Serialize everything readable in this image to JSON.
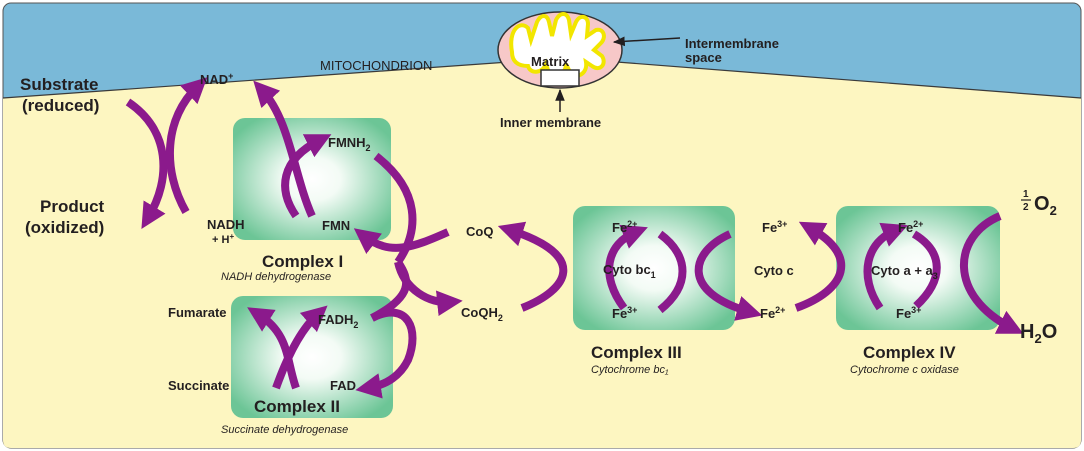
{
  "colors": {
    "sky": "#7ab9d8",
    "floor": "#fdf6c1",
    "purple": "#8b1a8c",
    "complex_edge": "#5fbf8f",
    "matrix_yellow": "#f2e600",
    "outline": "#333333"
  },
  "top": {
    "mitochondrion": "MITOCHONDRION",
    "matrix": "Matrix",
    "intermembrane_1": "Intermembrane",
    "intermembrane_2": "space",
    "inner_membrane": "Inner membrane"
  },
  "left": {
    "substrate": "Substrate",
    "reduced": "(reduced)",
    "product": "Product",
    "oxidized": "(oxidized)",
    "nad": "NAD",
    "nad_sup": "+",
    "nadh": "NADH",
    "h_plus": "+ H",
    "h_sup": "+"
  },
  "complex1": {
    "fmnh": "FMNH",
    "fmnh_sub": "2",
    "fmn": "FMN",
    "title": "Complex I",
    "subtitle": "NADH dehydrogenase"
  },
  "complex2": {
    "fumarate": "Fumarate",
    "succinate": "Succinate",
    "fadh": "FADH",
    "fadh_sub": "2",
    "fad": "FAD",
    "title": "Complex II",
    "subtitle": "Succinate dehydrogenase"
  },
  "coq": {
    "coq": "CoQ",
    "coqh": "CoQH",
    "coqh_sub": "2"
  },
  "complex3": {
    "fe2": "Fe",
    "fe2_sup": "2+",
    "fe3": "Fe",
    "fe3_sup": "3+",
    "center": "Cyto bc",
    "center_sub": "1",
    "title": "Complex III",
    "subtitle": "Cytochrome bc₁"
  },
  "cytoc": {
    "fe3": "Fe",
    "fe3_sup": "3+",
    "center": "Cyto c",
    "fe2": "Fe",
    "fe2_sup": "2+"
  },
  "complex4": {
    "fe2": "Fe",
    "fe2_sup": "2+",
    "fe3": "Fe",
    "fe3_sup": "3+",
    "center": "Cyto a + a",
    "center_sub": "3",
    "title": "Complex IV",
    "subtitle": "Cytochrome c oxidase"
  },
  "right": {
    "half_num": "1",
    "half_den": "2",
    "o2": "O",
    "o2_sub": "2",
    "h2o": "H",
    "h2o_sub": "2",
    "h2o_end": "O"
  }
}
